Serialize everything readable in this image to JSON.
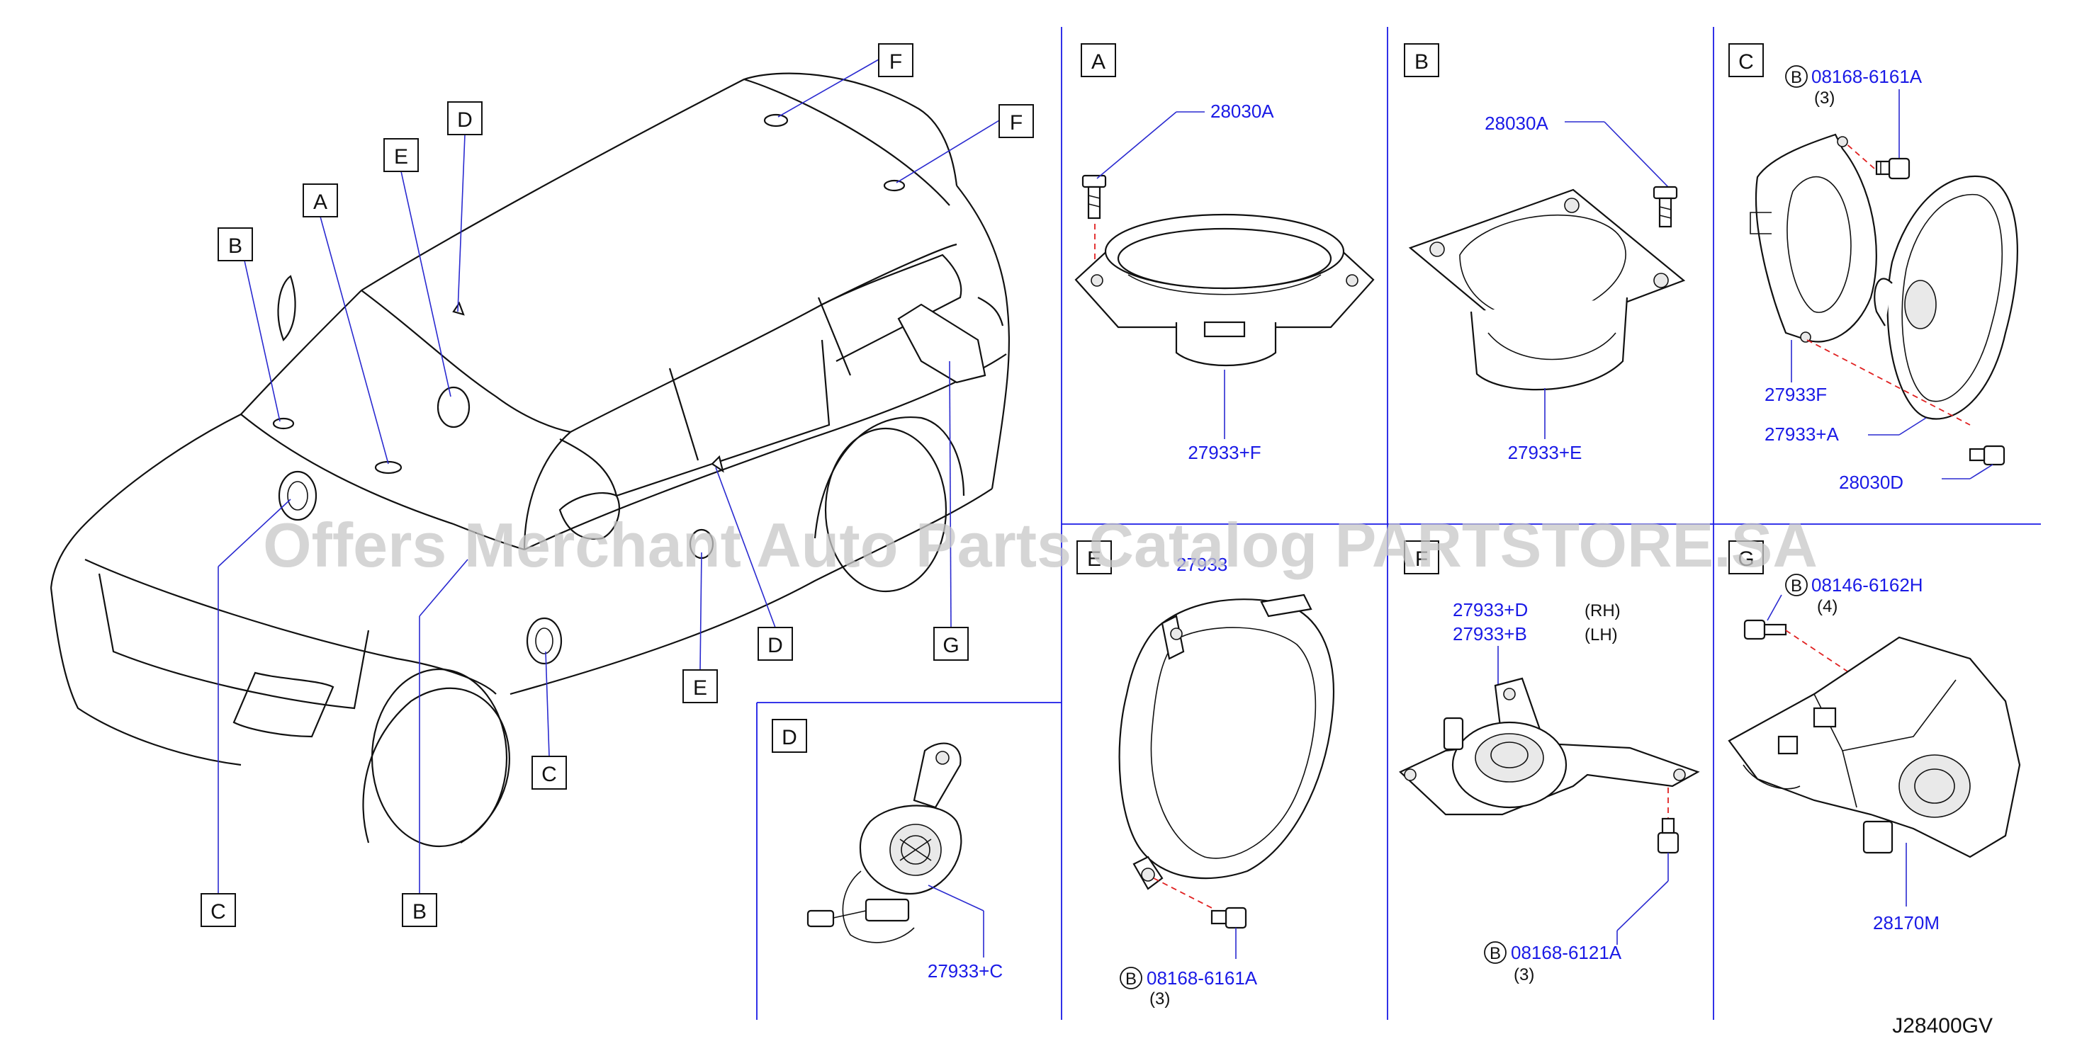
{
  "diagram_code": "J28400GV",
  "watermark": "Offers Merchant Auto Parts Catalog PARTSTORE.SA",
  "callouts": {
    "A": "A",
    "B": "B",
    "C": "C",
    "D": "D",
    "E": "E",
    "F": "F",
    "G": "G"
  },
  "panels": {
    "A": {
      "label": "A",
      "screw_part": "28030A",
      "speaker_part": "27933+F"
    },
    "B": {
      "label": "B",
      "screw_part": "28030A",
      "speaker_part": "27933+E"
    },
    "C": {
      "label": "C",
      "bolt_part": "08168-6161A",
      "bolt_badge": "B",
      "bolt_qty": "(3)",
      "bracket_part": "27933F",
      "speaker_part": "27933+A",
      "screw_part": "28030D"
    },
    "D": {
      "label": "D",
      "tweeter_part": "27933+C"
    },
    "E": {
      "label": "E",
      "speaker_part_partial": "27933",
      "bolt_part": "08168-6161A",
      "bolt_badge": "B",
      "bolt_qty": "(3)"
    },
    "F": {
      "label": "F",
      "part_rh": "27933+D",
      "side_rh": "(RH)",
      "part_lh": "27933+B",
      "side_lh": "(LH)",
      "bolt_part": "08168-6121A",
      "bolt_badge": "B",
      "bolt_qty": "(3)"
    },
    "G": {
      "label": "G",
      "bolt_part": "08146-6162H",
      "bolt_badge": "B",
      "bolt_qty": "(4)",
      "amp_part": "28170M"
    }
  }
}
